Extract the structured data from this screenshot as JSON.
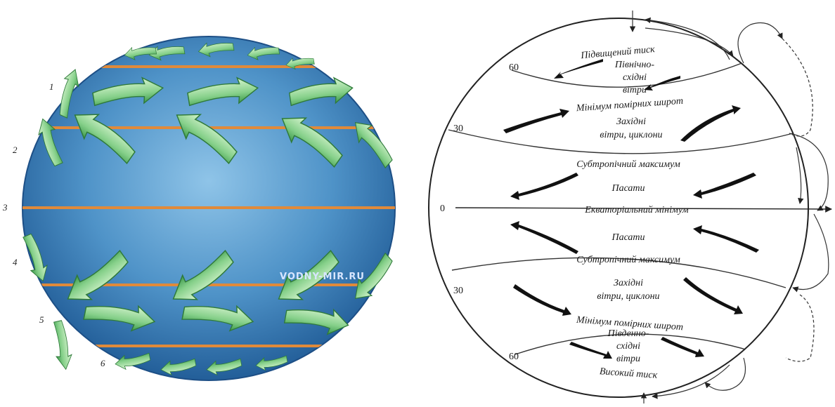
{
  "left_diagram": {
    "band_numbers": [
      "1",
      "2",
      "3",
      "4",
      "5",
      "6"
    ],
    "watermark": "VODNY-MIR.RU",
    "colors": {
      "globe": "#3f86c0",
      "globe_edge": "#1f4f86",
      "belt_line": "#e08a3a",
      "arrow": "#7ccf86",
      "arrow_edge": "#2f7a3a"
    }
  },
  "right_diagram": {
    "latitude_labels": {
      "n60": "60",
      "n30": "30",
      "eq": "0",
      "s30": "30",
      "s60": "60"
    },
    "zones": {
      "high_pressure_north": "Підвищений тиск",
      "northeast_winds_n": [
        "Північно-",
        "східні",
        "вітри"
      ],
      "temperate_min_n": "Мінімум помірних широт",
      "westerlies_n": [
        "Західні",
        "вітри, циклони"
      ],
      "subtropical_max_n": "Субтропічний максимум",
      "trade_winds_n": "Пасати",
      "equatorial_min": "Екваторіальний мінімум",
      "trade_winds_s": "Пасати",
      "subtropical_max_s": "Субтропічний максимум",
      "westerlies_s": [
        "Західні",
        "вітри, циклони"
      ],
      "temperate_min_s": "Мінімум помірних широт",
      "southeast_winds_s": [
        "Південно-",
        "східні",
        "вітри"
      ],
      "high_pressure_south": "Високий тиск"
    }
  }
}
